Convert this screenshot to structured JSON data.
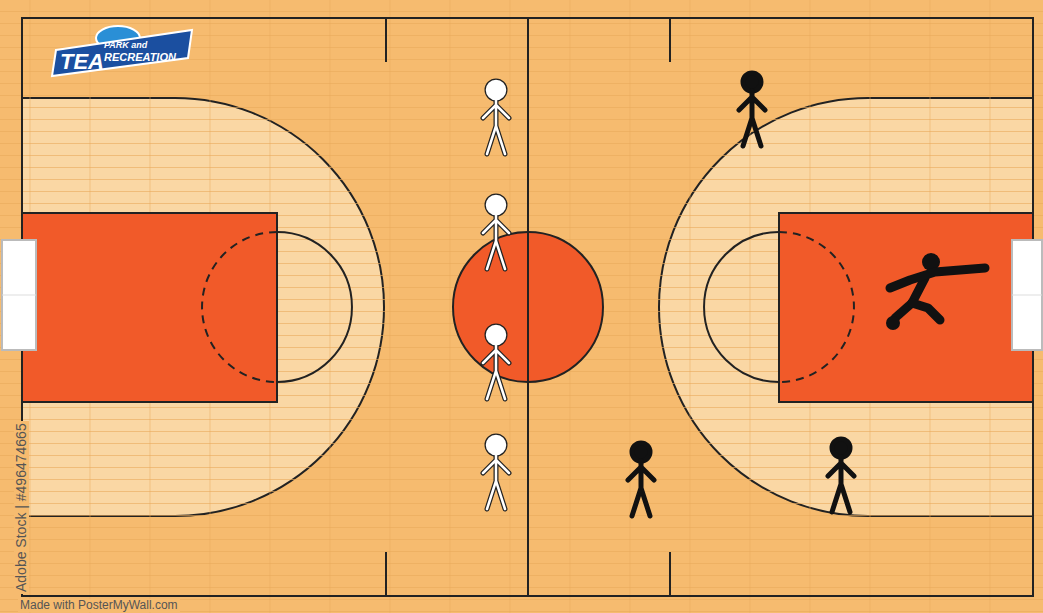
{
  "diagram": {
    "labels": [
      "TEA",
      "PARK and",
      "RECREATION",
      "Adobe Stock | #496474665",
      "Made with PosterMyWall.com"
    ]
  }
}
